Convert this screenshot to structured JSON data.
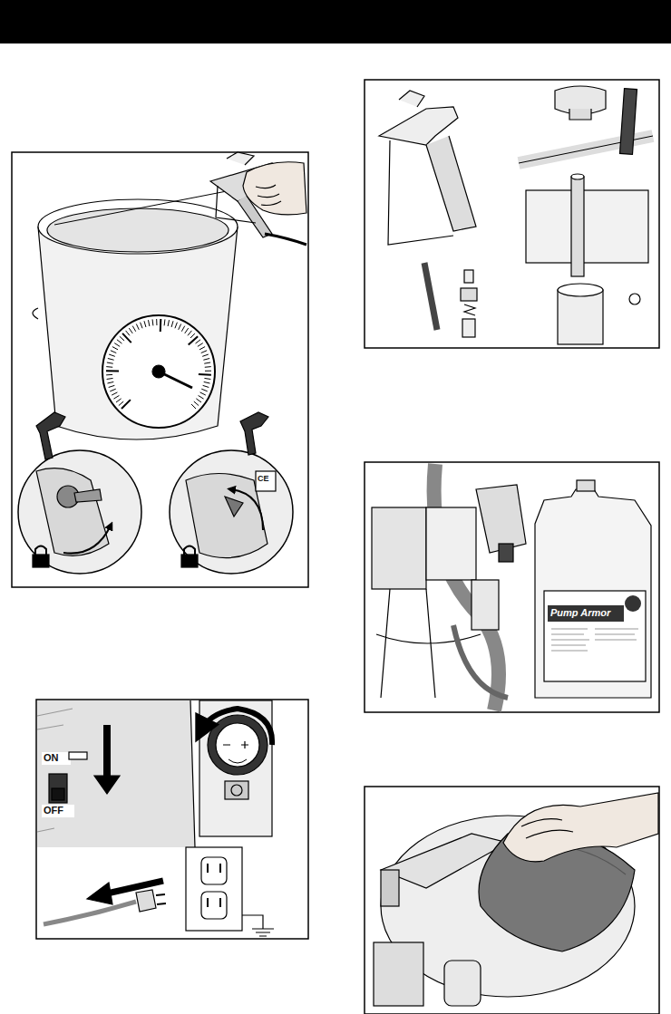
{
  "diagram": {
    "labels": [
      "ON",
      "OFF",
      "Pump Armor",
      "CE"
    ]
  }
}
